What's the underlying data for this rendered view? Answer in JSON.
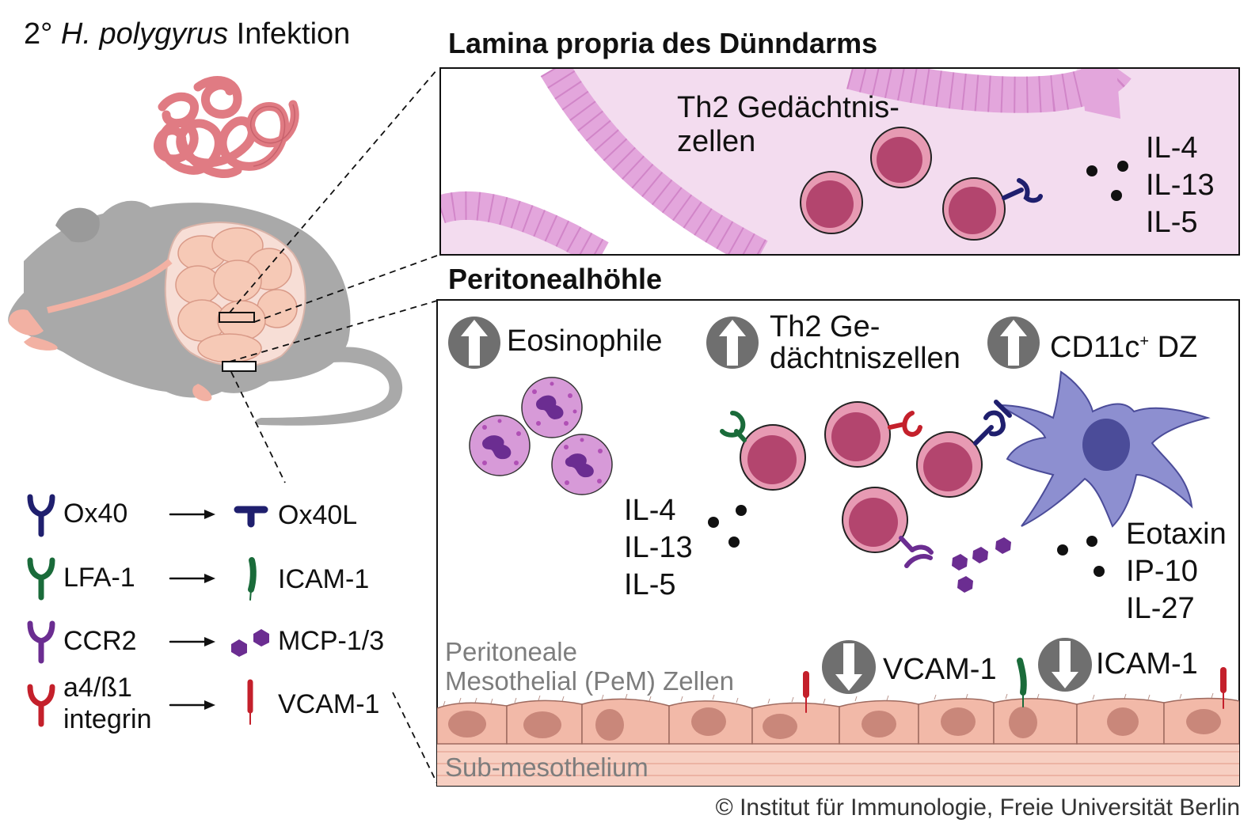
{
  "title": {
    "prefix": "2° ",
    "species": "H. polygyrus",
    "suffix": " Infektion"
  },
  "panel_top": {
    "heading": "Lamina propria des Dünndarms",
    "cell_label_line1": "Th2 Gedächtnis-",
    "cell_label_line2": "zellen",
    "cytokines": [
      "IL-4",
      "IL-13",
      "IL-5"
    ]
  },
  "panel_bottom": {
    "heading": "Peritonealhöhle",
    "up_labels": {
      "eosinophils": "Eosinophile",
      "th2_line1": "Th2 Ge-",
      "th2_line2": "dächtniszellen",
      "dc_main": "CD11c",
      "dc_sup": "+",
      "dc_suffix": " DZ"
    },
    "cytokines_left": [
      "IL-4",
      "IL-13",
      "IL-5"
    ],
    "cytokines_right": [
      "Eotaxin",
      "IP-10",
      "IL-27"
    ],
    "down_labels": [
      "VCAM-1",
      "ICAM-1"
    ],
    "pem_line1": "Peritoneale",
    "pem_line2": "Mesothelial (PeM) Zellen",
    "submesothelium": "Sub-mesothelium"
  },
  "legend": [
    {
      "receptor": "Ox40",
      "ligand": "Ox40L",
      "color": "#1f1f6e"
    },
    {
      "receptor": "LFA-1",
      "ligand": "ICAM-1",
      "color": "#1a6b3a"
    },
    {
      "receptor": "CCR2",
      "ligand": "MCP-1/3",
      "color": "#6b2d91"
    },
    {
      "receptor_line1": "a4/ß1",
      "receptor_line2": "integrin",
      "ligand": "VCAM-1",
      "color": "#c4202b"
    }
  ],
  "copyright": "© Institut für Immunologie, Freie Universität Berlin",
  "colors": {
    "worm": "#e07b83",
    "mouse": "#a9a9a9",
    "intestine": "#f6c9b6",
    "lamina_bg": "#f3dcef",
    "epithelium": "#e3a6dc",
    "th2_cell": "#e79ab3",
    "th2_nucleus": "#b3456e",
    "eosinophil": "#d79ad8",
    "dc": "#8d8fd0",
    "mesothelial": "#f2b9a8",
    "arrow_circle": "#6f6f6f"
  },
  "icons": [
    "worm-icon",
    "mouse-icon",
    "up-arrow-icon",
    "down-arrow-icon",
    "receptor-icon",
    "ligand-icon"
  ]
}
